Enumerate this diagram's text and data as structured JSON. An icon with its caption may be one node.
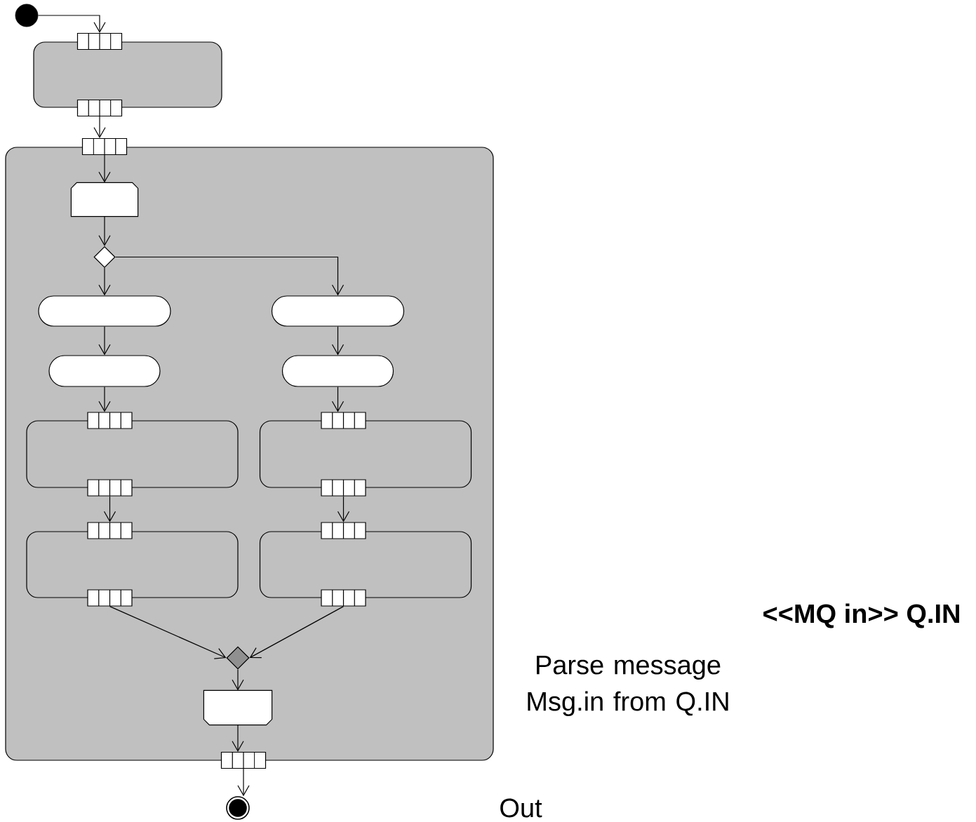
{
  "diagram": {
    "nodes": [
      {
        "text": [],
        "shape": "circle"
      },
      {
        "text": [],
        "shape": "box"
      },
      {
        "text": [],
        "shape": "pin"
      },
      {
        "text": [],
        "shape": "pin"
      },
      {
        "text": [],
        "shape": "box"
      },
      {
        "text": [],
        "shape": "pin"
      },
      {
        "text": [],
        "shape": "pentagon",
        "in": 4
      },
      {
        "text": [],
        "shape": "diamond",
        "in": 4
      },
      {
        "text": [],
        "shape": "stadium",
        "in": 4
      },
      {
        "text": [],
        "shape": "stadium",
        "in": 4
      },
      {
        "text": [],
        "shape": "stadium",
        "in": 4
      },
      {
        "text": [],
        "shape": "stadium",
        "in": 4
      },
      {
        "text": [],
        "shape": "box",
        "in": 4
      },
      {
        "text": [],
        "shape": "pin",
        "in": 4
      },
      {
        "text": [],
        "shape": "pin",
        "in": 4
      },
      {
        "text": [],
        "shape": "box",
        "in": 4
      },
      {
        "text": [],
        "shape": "pin",
        "in": 4
      },
      {
        "text": [],
        "shape": "pin",
        "in": 4
      },
      {
        "text": [],
        "shape": "box",
        "in": 4
      },
      {
        "text": [],
        "shape": "pin",
        "in": 4
      },
      {
        "text": [],
        "shape": "pin",
        "in": 4
      },
      {
        "text": [],
        "shape": "box",
        "in": 4
      },
      {
        "text": [],
        "shape": "pin",
        "in": 4
      },
      {
        "text": [],
        "shape": "pin",
        "in": 4
      },
      {
        "text": [],
        "shape": "diamond",
        "in": 4
      },
      {
        "text": [],
        "shape": "pentagon",
        "in": 4
      },
      {
        "text": [],
        "shape": "pin"
      },
      {
        "text": [],
        "shape": "bullseye"
      }
    ],
    "edges": [
      {
        "from": 0,
        "to": 2,
        "arrow": "to"
      },
      {
        "from": 3,
        "to": 5,
        "arrow": "to"
      },
      {
        "from": 5,
        "to": 6,
        "arrow": "to"
      },
      {
        "from": 6,
        "to": 7,
        "arrow": "to"
      },
      {
        "from": 7,
        "to": 8,
        "arrow": "to"
      },
      {
        "from": 7,
        "to": 9,
        "arrow": "to"
      },
      {
        "from": 8,
        "to": 10,
        "arrow": "to"
      },
      {
        "from": 9,
        "to": 11,
        "arrow": "to"
      },
      {
        "from": 10,
        "to": 13,
        "arrow": "to"
      },
      {
        "from": 11,
        "to": 16,
        "arrow": "to"
      },
      {
        "from": 14,
        "to": 19,
        "arrow": "to"
      },
      {
        "from": 17,
        "to": 22,
        "arrow": "to"
      },
      {
        "from": 20,
        "to": 24,
        "arrow": "to"
      },
      {
        "from": 23,
        "to": 24,
        "arrow": "to"
      },
      {
        "from": 24,
        "to": 25,
        "arrow": "to"
      },
      {
        "from": 25,
        "to": 26,
        "arrow": "to"
      },
      {
        "from": 26,
        "to": 27,
        "arrow": "to"
      }
    ],
    "labels": [
      "<<MQ in>> Q.IN",
      "Parse message Msg.in from Q.IN",
      "Out"
    ]
  }
}
